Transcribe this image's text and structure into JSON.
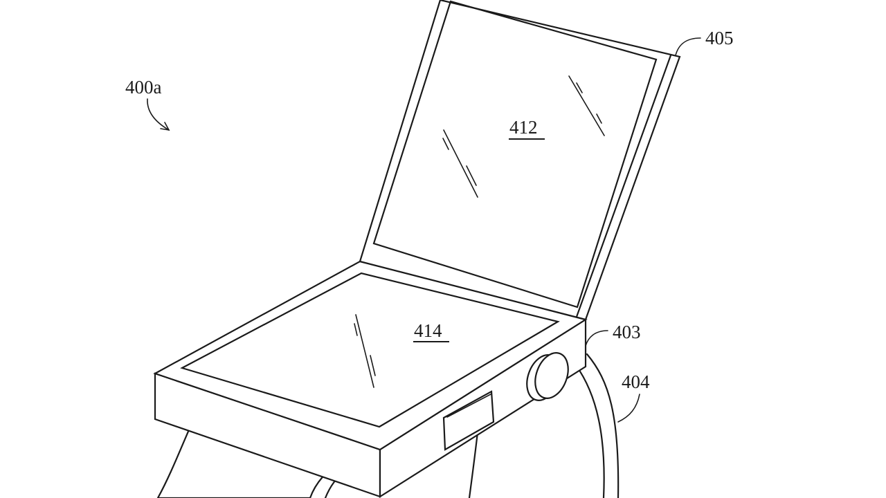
{
  "figure": {
    "label": "400a",
    "description": "Patent-style line drawing of a wrist-worn device with a flip-up secondary display"
  },
  "reference_numerals": {
    "figure_ref": "400a",
    "lid_housing": "405",
    "lid_display": "412",
    "base_display": "414",
    "main_housing": "403",
    "strap": "404"
  },
  "underlined_numerals": [
    "412",
    "414"
  ],
  "colors": {
    "line": "#1a1a1a",
    "background": "#ffffff"
  }
}
